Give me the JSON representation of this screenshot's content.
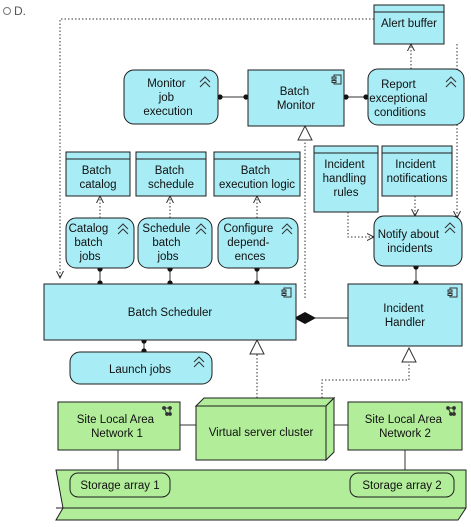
{
  "option": {
    "label": "D."
  },
  "nodes": {
    "alert_buffer": [
      "Alert buffer"
    ],
    "monitor_job_execution": [
      "Monitor",
      "job",
      "execution"
    ],
    "batch_monitor": [
      "Batch",
      "Monitor"
    ],
    "report_exceptional_conditions": [
      "Report",
      "exceptional",
      "conditions"
    ],
    "batch_catalog": [
      "Batch",
      "catalog"
    ],
    "batch_schedule": [
      "Batch",
      "schedule"
    ],
    "batch_execution_logic": [
      "Batch",
      "execution logic"
    ],
    "incident_handling_rules": [
      "Incident",
      "handling",
      "rules"
    ],
    "incident_notifications": [
      "Incident",
      "notifications"
    ],
    "catalog_batch_jobs": [
      "Catalog",
      "batch",
      "jobs"
    ],
    "schedule_batch_jobs": [
      "Schedule",
      "batch",
      "jobs"
    ],
    "configure_dependencies": [
      "Configure",
      "depend-",
      "ences"
    ],
    "notify_about_incidents": [
      "Notify about",
      "incidents"
    ],
    "batch_scheduler": [
      "Batch Scheduler"
    ],
    "incident_handler": [
      "Incident",
      "Handler"
    ],
    "launch_jobs": [
      "Launch jobs"
    ],
    "site_lan_1": [
      "Site Local Area",
      "Network 1"
    ],
    "virtual_server_cluster": [
      "Virtual server cluster"
    ],
    "site_lan_2": [
      "Site Local Area",
      "Network 2"
    ],
    "storage_array_1": [
      "Storage array 1"
    ],
    "storage_array_2": [
      "Storage array 2"
    ]
  },
  "colors": {
    "application": "#a8ecf5",
    "technology": "#b2ee9a",
    "stroke": "#1e1e1e"
  }
}
